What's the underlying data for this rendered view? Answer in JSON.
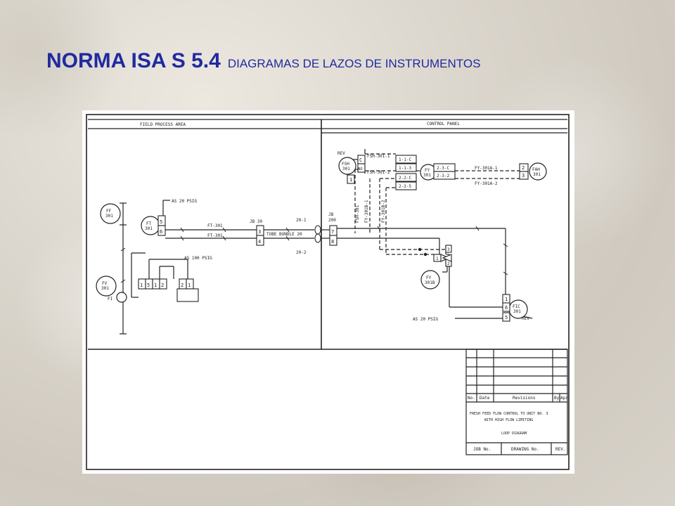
{
  "slide": {
    "title_main": "NORMA ISA S 5.4",
    "title_sub": "DIAGRAMAS DE LAZOS DE INSTRUMENTOS"
  },
  "diagram": {
    "areas": {
      "field": "FIELD PROCESS AREA",
      "panel": "CONTROL PANEL"
    },
    "tags": {
      "ff": [
        "FF",
        "301"
      ],
      "ft": [
        "FT",
        "301"
      ],
      "fv": [
        "FV",
        "301"
      ],
      "fsh": [
        "FSH",
        "301"
      ],
      "fy_panel": [
        "FY",
        "301"
      ],
      "fah": [
        "FAH",
        "301"
      ],
      "fy_field": [
        "FY",
        "301B"
      ],
      "fic": [
        "FIC",
        "301"
      ]
    },
    "labels": {
      "air_top": "AS 20 PSIG",
      "air_mid": "AS 100 PSIG",
      "air_bottom": "AS 20 PSIG",
      "ft_cable_1": "FT-301",
      "ft_cable_2": "FT-301",
      "jb30": "JB 30",
      "jb200_a": "JB",
      "jb200_b": "200",
      "tube_bundle": "TUBE BUNDLE 20",
      "tb_pair1": "20-1",
      "tb_pair2": "20-2",
      "fi": "FI",
      "rev_top": "REV",
      "rev_bottom": "REV",
      "fsh_wire1": "FSH-301-1",
      "fsh_wire2": "FSH-301-2",
      "fy_wire1": "FY-301A-1",
      "fy_wire2": "FY-301A-2",
      "vert_1": "FSH-301",
      "vert_2": "FY-301B-1",
      "vert_3": "FY-301B-2"
    },
    "terminals": {
      "ft": [
        "5",
        "6"
      ],
      "jb30": [
        "3",
        "4"
      ],
      "jb200": [
        "7",
        "8"
      ],
      "fsh": [
        "C",
        "NO"
      ],
      "fsh_term": "1",
      "fv_strip": [
        "1",
        "5",
        "1",
        "2"
      ],
      "fv_strip2": [
        "2",
        "1"
      ],
      "panel_a": [
        "1-1-C",
        "1-1-3",
        "2-2-C",
        "2-2-5"
      ],
      "panel_b": [
        "2-3-C",
        "2-3-2"
      ],
      "fah": [
        "2",
        "3"
      ],
      "fyb": [
        "3",
        "2"
      ],
      "fyb_side": "1",
      "fic": [
        "1",
        "6",
        "5"
      ]
    },
    "title_block": {
      "headers": [
        "No.",
        "Date",
        "Revisions",
        "By",
        "Apr"
      ],
      "title_lines": [
        "FRESH FEED FLOW CONTROL TO UNIT NO. 3",
        "WITH HIGH FLOW LIMITING"
      ],
      "drawing_name": "LOOP DIAGRAM",
      "footer": [
        "JOB No.",
        "DRAWING No.",
        "REV."
      ]
    }
  }
}
